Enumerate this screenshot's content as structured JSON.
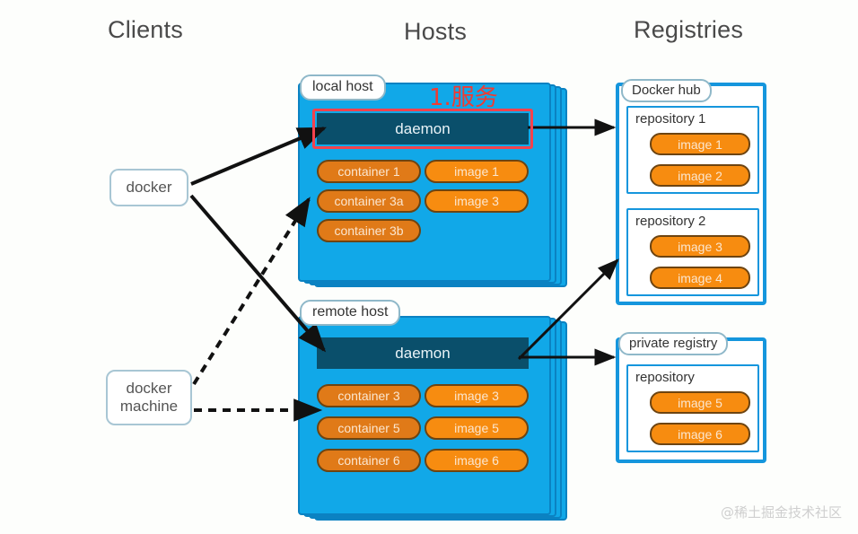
{
  "columns": {
    "clients": "Clients",
    "hosts": "Hosts",
    "registries": "Registries"
  },
  "clients": [
    {
      "id": "docker",
      "label": "docker"
    },
    {
      "id": "docker-machine",
      "line1": "docker",
      "line2": "machine"
    }
  ],
  "annotation": {
    "service_note": "1.服务",
    "color": "#ef3b33"
  },
  "hosts": [
    {
      "id": "local-host",
      "label": "local host",
      "daemon": "daemon",
      "daemon_highlighted": true,
      "containers": [
        "container 1",
        "container 3a",
        "container 3b"
      ],
      "images": [
        "image 1",
        "image 3"
      ]
    },
    {
      "id": "remote-host",
      "label": "remote host",
      "daemon": "daemon",
      "daemon_highlighted": false,
      "containers": [
        "container 3",
        "container 5",
        "container 6"
      ],
      "images": [
        "image 3",
        "image 5",
        "image 6"
      ]
    }
  ],
  "registries": [
    {
      "id": "docker-hub",
      "label": "Docker hub",
      "repositories": [
        {
          "title": "repository 1",
          "images": [
            "image 1",
            "image 2"
          ]
        },
        {
          "title": "repository 2",
          "images": [
            "image 3",
            "image 4"
          ]
        }
      ]
    },
    {
      "id": "private-registry",
      "label": "private registry",
      "repositories": [
        {
          "title": "repository",
          "images": [
            "image 5",
            "image 6"
          ]
        }
      ]
    }
  ],
  "colors": {
    "host_blue": "#11a8e8",
    "host_border": "#0b82c2",
    "daemon_teal": "#0a4f6b",
    "container_orange": "#e07a18",
    "image_orange": "#f78c10",
    "registry_blue": "#1596dd",
    "highlight_red": "#f4424d",
    "background": "#fdfefc"
  },
  "watermark": "@稀土掘金技术社区"
}
